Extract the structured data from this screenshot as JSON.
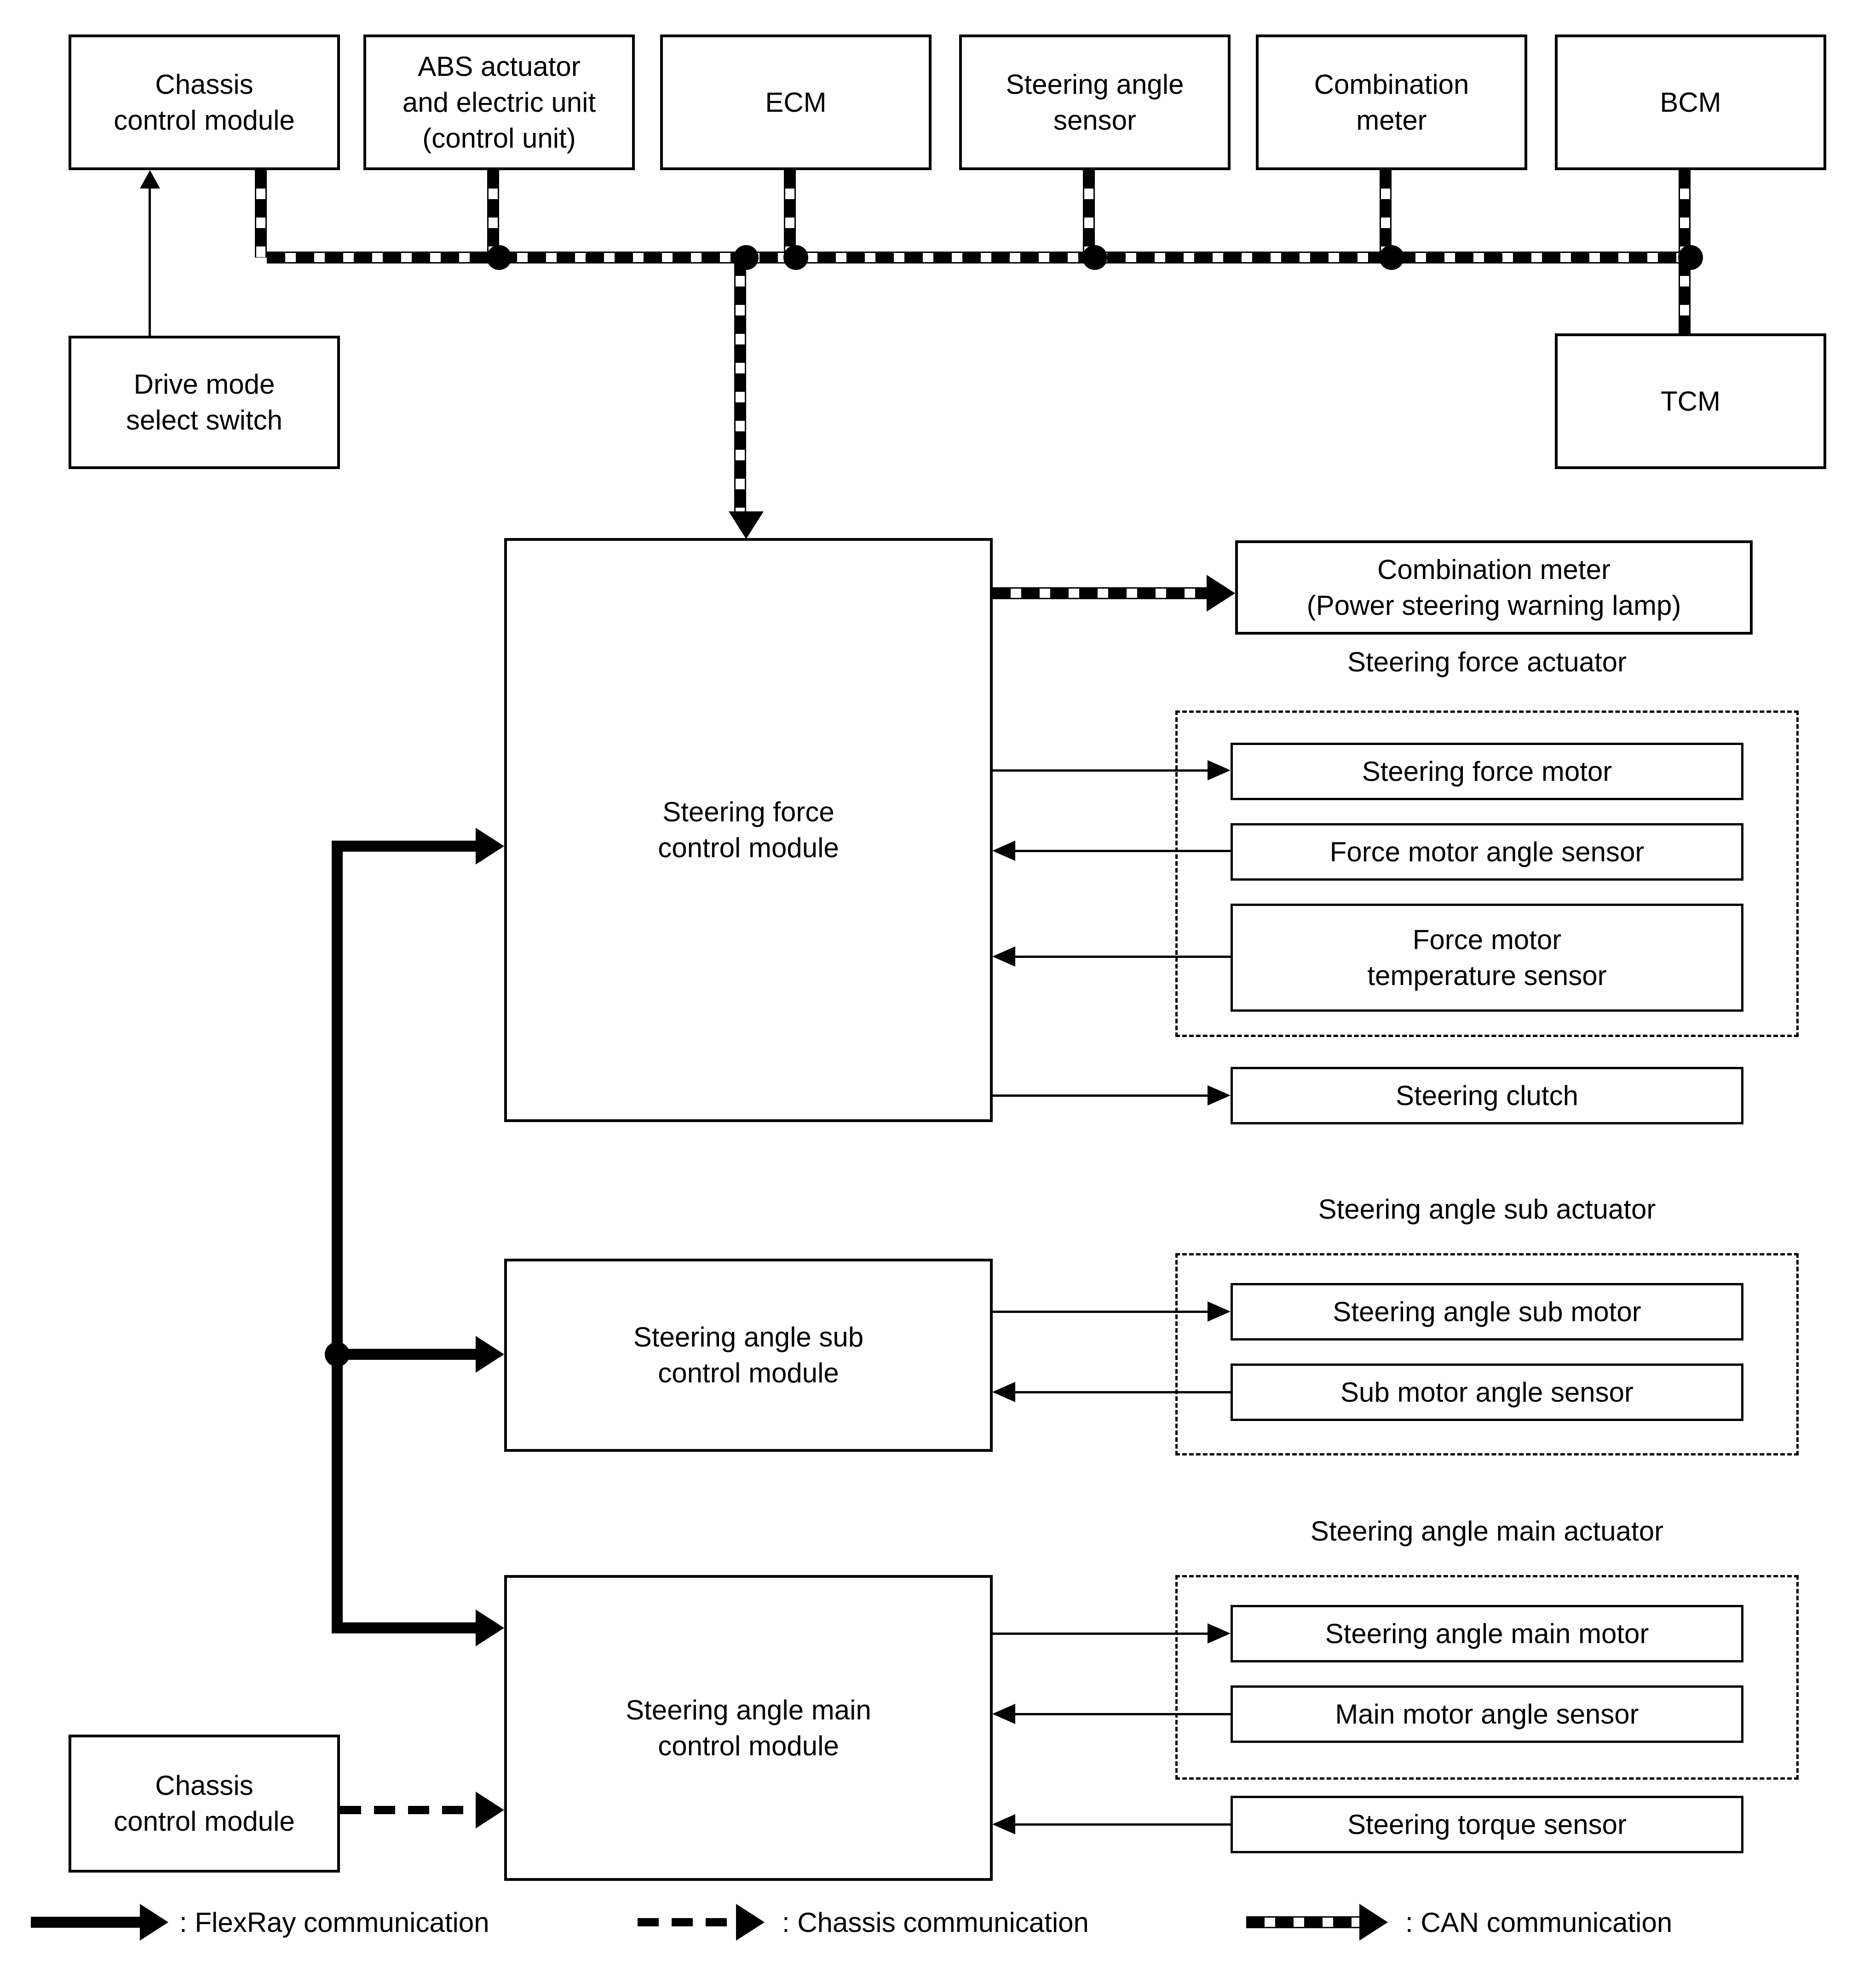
{
  "colors": {
    "line": "#000000",
    "background": "#ffffff"
  },
  "nodes": {
    "chassis_top": "Chassis\ncontrol module",
    "abs": "ABS actuator\nand electric unit\n(control unit)",
    "ecm": "ECM",
    "steering_angle_sensor": "Steering angle\nsensor",
    "combination_meter": "Combination\nmeter",
    "bcm": "BCM",
    "tcm": "TCM",
    "drive_mode": "Drive mode\nselect switch",
    "steering_force_module": "Steering force\ncontrol module",
    "combination_meter_warning": "Combination meter\n(Power steering warning lamp)",
    "steering_force_actuator_label": "Steering force actuator",
    "steering_force_motor": "Steering force motor",
    "force_motor_angle_sensor": "Force motor angle sensor",
    "force_motor_temperature_sensor": "Force motor\ntemperature sensor",
    "steering_clutch": "Steering clutch",
    "steering_angle_sub_actuator_label": "Steering angle sub actuator",
    "steering_angle_sub_module": "Steering angle sub\ncontrol module",
    "steering_angle_sub_motor": "Steering angle sub motor",
    "sub_motor_angle_sensor": "Sub motor angle sensor",
    "steering_angle_main_actuator_label": "Steering angle main actuator",
    "steering_angle_main_module": "Steering angle main\ncontrol module",
    "steering_angle_main_motor": "Steering angle main motor",
    "main_motor_angle_sensor": "Main motor angle sensor",
    "steering_torque_sensor": "Steering torque sensor",
    "chassis_bottom": "Chassis\ncontrol module"
  },
  "legend": {
    "flexray": ": FlexRay communication",
    "chassis": ": Chassis communication",
    "can": ": CAN communication"
  }
}
